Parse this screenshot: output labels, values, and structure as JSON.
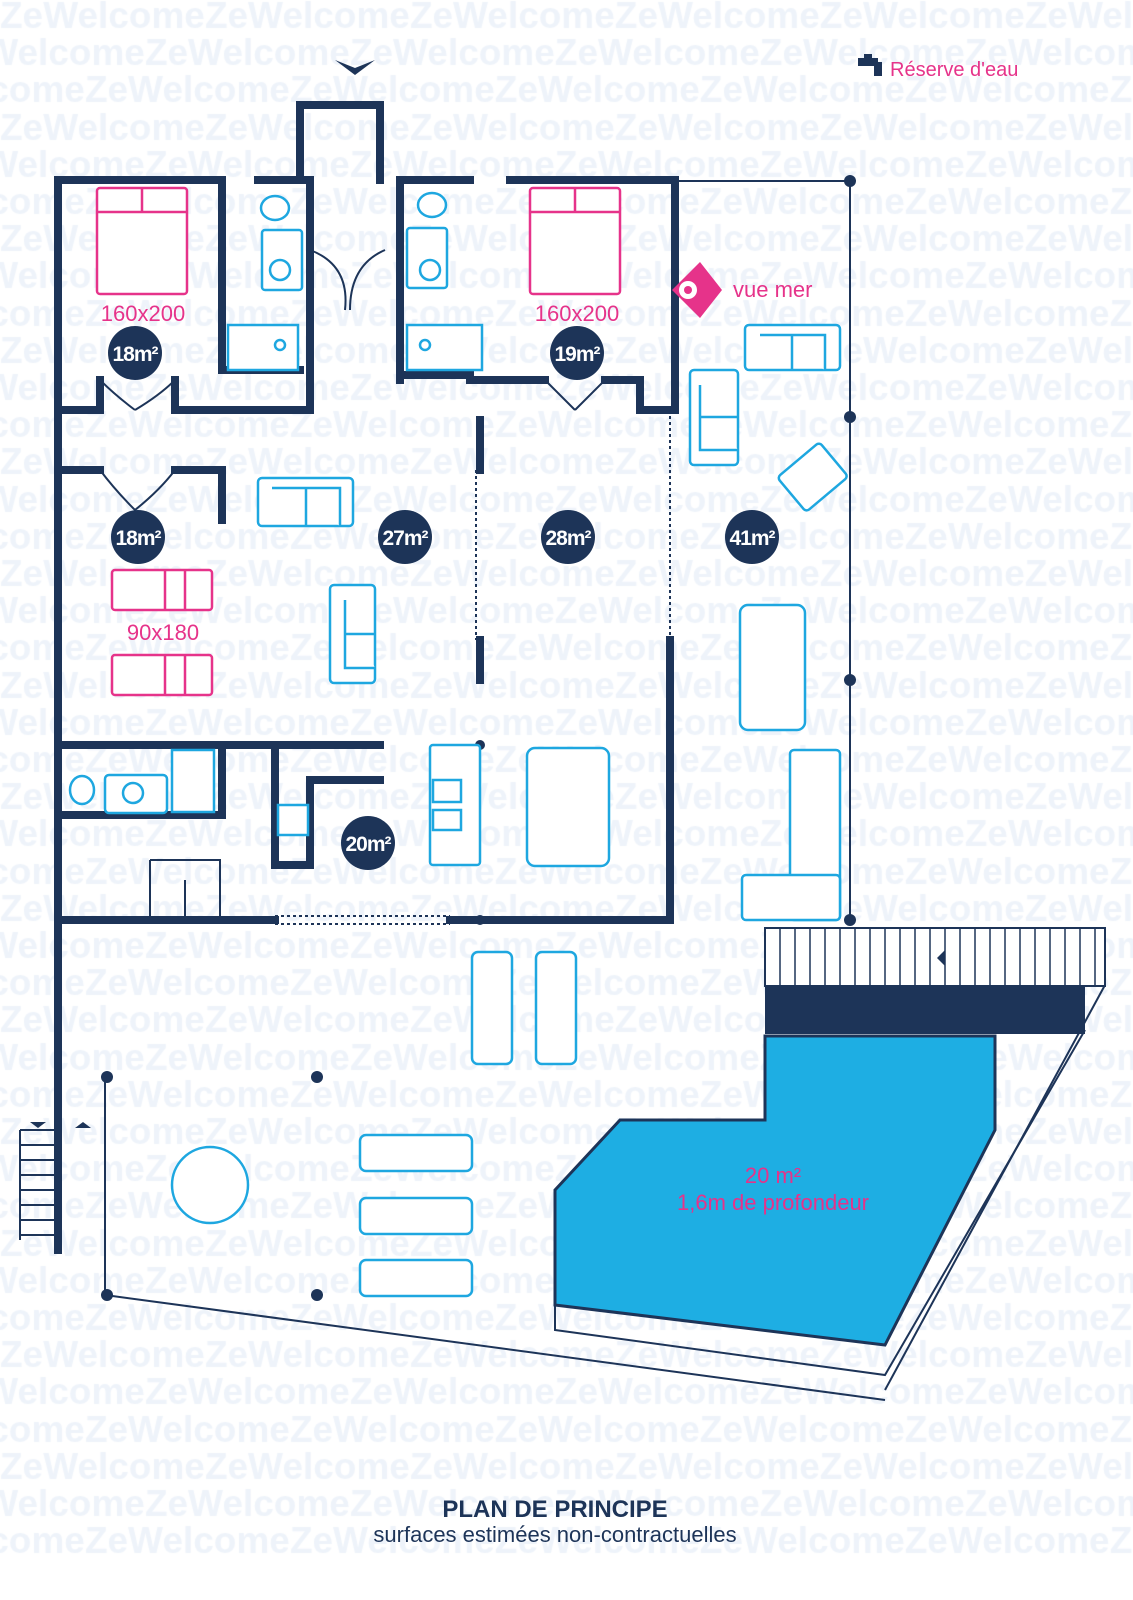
{
  "watermark": "ZeWelcome",
  "colors": {
    "wall": "#1d3458",
    "furniture": "#1ea7e0",
    "accent": "#e6338a",
    "pool": "#1eaee3"
  },
  "legend": {
    "water_reserve": "Réserve d'eau",
    "icon": "faucet-icon"
  },
  "sea_view": {
    "label": "vue mer",
    "icon": "eye-icon"
  },
  "rooms": [
    {
      "area": "18m²",
      "bed": "160x200"
    },
    {
      "area": "19m²",
      "bed": "160x200"
    },
    {
      "area": "18m²",
      "bed": "90x180"
    },
    {
      "area": "27m²"
    },
    {
      "area": "28m²"
    },
    {
      "area": "41m²"
    },
    {
      "area": "20m²"
    }
  ],
  "pool": {
    "area": "20 m²",
    "depth": "1,6m de profondeur"
  },
  "footer": {
    "title": "PLAN DE PRINCIPE",
    "subtitle": "surfaces estimées non-contractuelles"
  }
}
